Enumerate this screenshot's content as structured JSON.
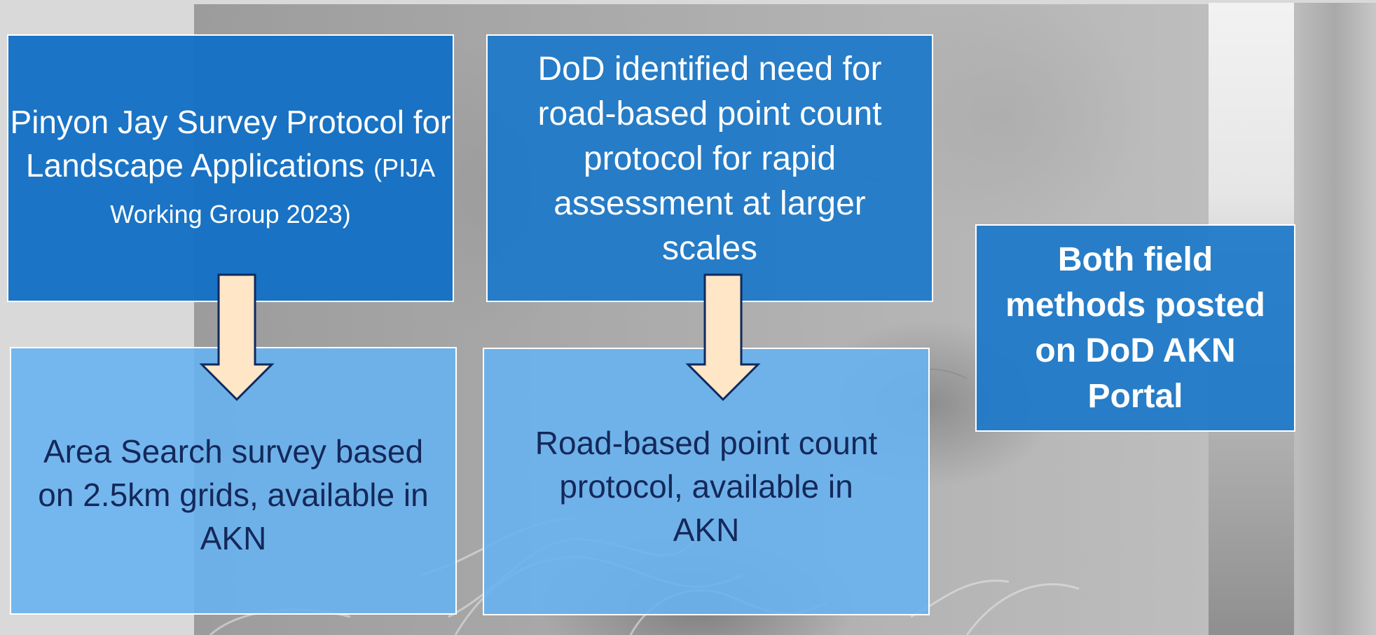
{
  "boxes": {
    "top_left": {
      "main": "Pinyon Jay Survey Protocol for Landscape Applications",
      "citation": "(PIJA Working Group 2023)"
    },
    "top_middle": {
      "text": "DoD identified need for road-based point count protocol for rapid assessment at larger scales"
    },
    "bottom_left": {
      "text": "Area Search survey based on 2.5km grids, available in AKN"
    },
    "bottom_middle": {
      "text": "Road-based point count protocol, available in AKN"
    },
    "right": {
      "text": "Both field methods posted on DoD AKN Portal"
    }
  },
  "colors": {
    "dark_box": "#1571C4",
    "light_box": "#68B2F0",
    "arrow_fill": "#FFE6C7",
    "arrow_stroke": "#0E2A5E",
    "dark_text": "#14285A"
  },
  "icons": {
    "arrows": [
      "down-arrow-icon",
      "down-arrow-icon"
    ]
  }
}
